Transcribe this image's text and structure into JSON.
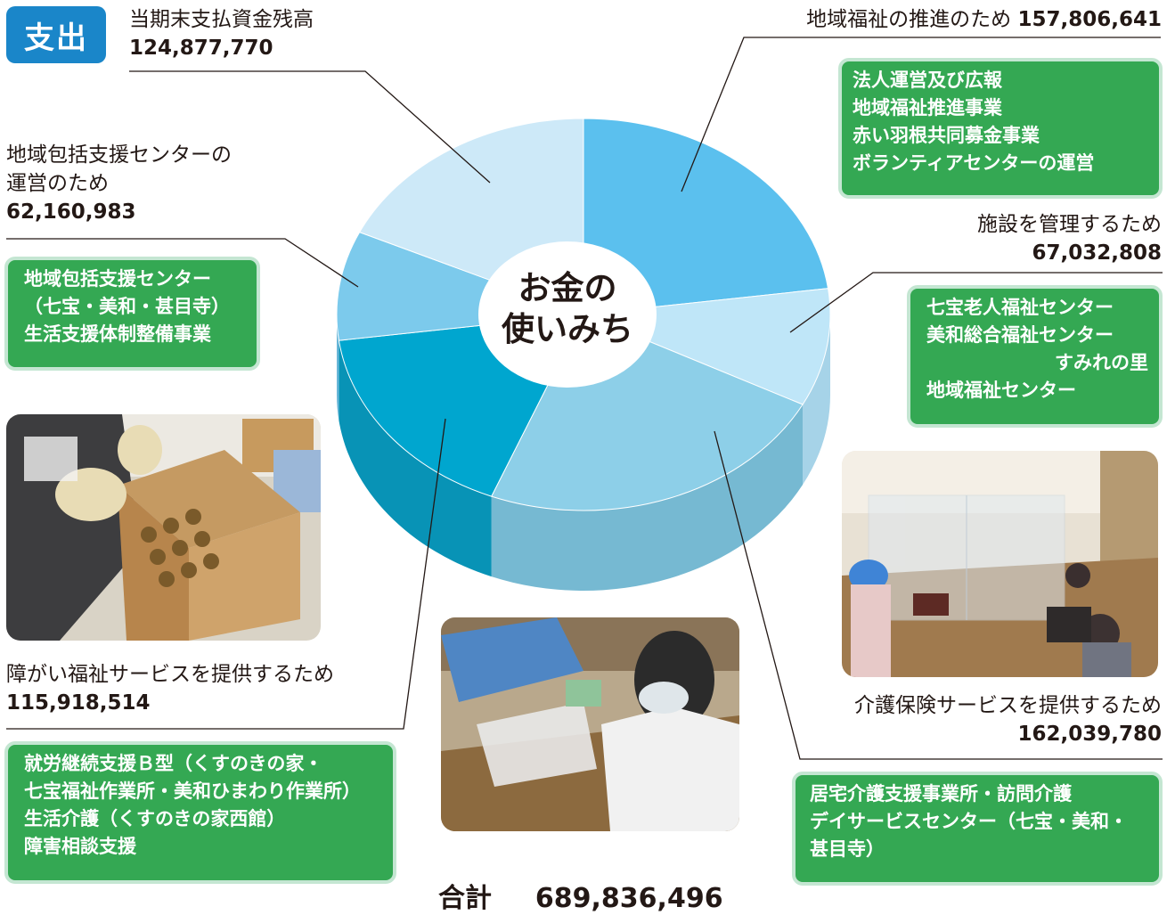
{
  "badge": "支出",
  "center_label": {
    "line1": "お金の",
    "line2": "使いみち"
  },
  "labels": {
    "carryover": {
      "text": "当期末支払資金残高",
      "amount": "124,877,770"
    },
    "regional": {
      "text": "地域福祉の推進のため",
      "amount": "157,806,641"
    },
    "facility": {
      "text": "施設を管理するため",
      "amount": "67,032,808"
    },
    "comprehensive": {
      "line1": "地域包括支援センターの",
      "line2": "運営のため",
      "amount": "62,160,983"
    },
    "disability": {
      "text": "障がい福祉サービスを提供するため",
      "amount": "115,918,514"
    },
    "care": {
      "text": "介護保険サービスを提供するため",
      "amount": "162,039,780"
    }
  },
  "boxes": {
    "regional": [
      "法人運営及び広報",
      "地域福祉推進事業",
      "赤い羽根共同募金事業",
      "ボランティアセンターの運営"
    ],
    "facility": [
      "七宝老人福祉センター",
      "美和総合福祉センター",
      "すみれの里",
      "地域福祉センター"
    ],
    "comprehensive": [
      "地域包括支援センター",
      "（七宝・美和・甚目寺）",
      "生活支援体制整備事業"
    ],
    "disability": [
      "就労継続支援Ｂ型（くすのきの家・",
      "七宝福祉作業所・美和ひまわり作業所）",
      "生活介護（くすのきの家西館）",
      "障害相談支援"
    ],
    "care": [
      "居宅介護支援事業所・訪問介護",
      "デイサービスセンター（七宝・美和・",
      "甚目寺）"
    ]
  },
  "total": {
    "label": "合計",
    "value": "689,836,496"
  },
  "chart_data": {
    "type": "pie",
    "total": 689836496,
    "categories": [
      "地域福祉の推進のため",
      "施設を管理するため",
      "介護保険サービスを提供するため",
      "障がい福祉サービスを提供するため",
      "地域包括支援センターの運営のため",
      "当期末支払資金残高"
    ],
    "values": [
      157806641,
      67032808,
      162039780,
      115918514,
      62160983,
      124877770
    ],
    "colors": [
      "#5bc0ee",
      "#bfe6f8",
      "#8dcfe8",
      "#00a6cf",
      "#7ccaec",
      "#cde9f8"
    ],
    "side_colors": [
      "#4aaad3",
      "#a6d3e8",
      "#76b9d2",
      "#0893b6",
      "#68b6d8",
      "#b7d7e6"
    ]
  }
}
